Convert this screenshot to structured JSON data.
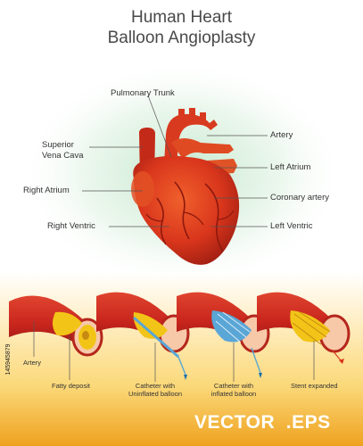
{
  "title": {
    "line1": "Human Heart",
    "line2": "Balloon Angioplasty"
  },
  "heart_labels": {
    "pulmonary_trunk": "Pulmonary Trunk",
    "superior_vena_cava_1": "Superior",
    "superior_vena_cava_2": "Vena Cava",
    "right_atrium": "Right Atrium",
    "right_ventric": "Right Ventric",
    "artery": "Artery",
    "left_atrium": "Left Atrium",
    "coronary_artery": "Coronary artery",
    "left_ventric": "Left Ventric"
  },
  "vessel_labels": {
    "artery": "Artery",
    "fatty_deposit": "Fatty deposit",
    "catheter_uninflated_1": "Catheter with",
    "catheter_uninflated_2": "Uninflated balloon",
    "catheter_inflated_1": "Catheter with",
    "catheter_inflated_2": "inflated balloon",
    "stent_expanded": "Stent expanded"
  },
  "side_id": "145945879",
  "footer": "VECTOR  .EPS",
  "colors": {
    "heart_red": "#d9361c",
    "vessel_red": "#c9261d",
    "plaque_yellow": "#f2c417",
    "balloon_blue": "#5aa6d6",
    "footer_band": "#e8a21e"
  }
}
